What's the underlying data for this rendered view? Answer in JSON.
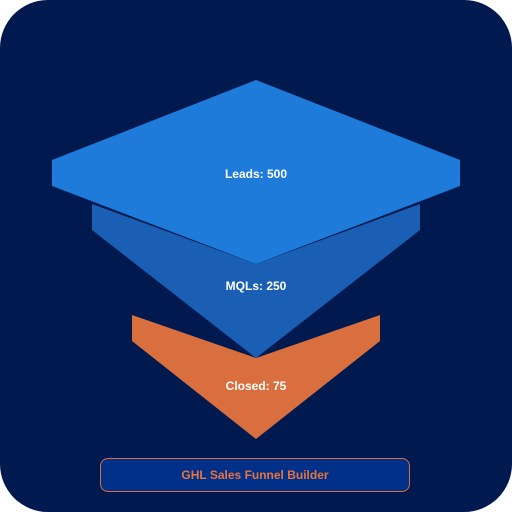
{
  "app": {
    "title": "GHL Sales Funnel Builder"
  },
  "stages": [
    {
      "label": "Leads: 500",
      "name": "Leads",
      "value": 500,
      "color": "#1e7bd9"
    },
    {
      "label": "MQLs: 250",
      "name": "MQLs",
      "value": 250,
      "color": "#1a5fb4"
    },
    {
      "label": "Closed: 75",
      "name": "Closed",
      "value": 75,
      "color": "#d96f3e"
    }
  ],
  "colors": {
    "background": "#001a4f",
    "button_background": "#003088",
    "accent": "#d9703e"
  }
}
